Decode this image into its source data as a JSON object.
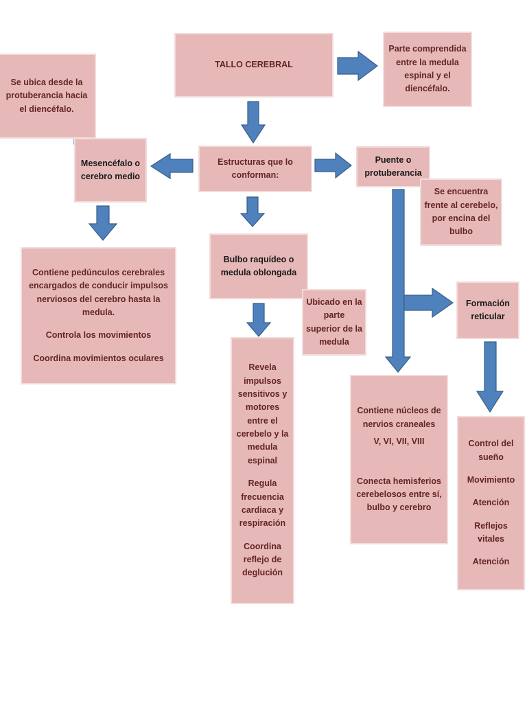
{
  "colors": {
    "box_fill": "#e6b9b8",
    "box_border": "#f2dcdb",
    "text": "#632523",
    "arrow": "#4f81bd",
    "arrow_edge": "#385d8a"
  },
  "root": {
    "title": "TALLO CEREBRAL"
  },
  "definition": {
    "text": "Parte comprendida entre la medula espinal y el diencéfalo."
  },
  "structures": {
    "label": "Estructuras que lo conforman:"
  },
  "mesencefalo": {
    "name": "Mesencéfalo o cerebro medio",
    "location": "Se ubica desde la protuberancia hacia el diencéfalo.",
    "functions": [
      "Contiene pedúnculos cerebrales encargados de conducir impulsos nerviosos del cerebro hasta la medula.",
      "Controla los movimientos",
      "Coordina movimientos oculares"
    ]
  },
  "bulbo": {
    "name": "Bulbo raquídeo o medula oblongada",
    "location": "Ubicado en la parte superior de la medula",
    "functions": [
      "Revela impulsos sensitivos y motores entre el cerebelo y la medula espinal",
      "Regula frecuencia cardiaca y respiración",
      "Coordina reflejo de deglución"
    ]
  },
  "puente": {
    "name": "Puente o protuberancia",
    "location": "Se encuentra frente al cerebelo, por encina del bulbo",
    "functions": [
      "Contiene núcleos de nervios craneales",
      "V, VI, VII, VIII",
      "Conecta hemisferios cerebelosos entre sí, bulbo y cerebro"
    ]
  },
  "formacion": {
    "name": "Formación reticular",
    "functions": [
      "Control del sueño",
      "Movimiento",
      "Atención",
      "Reflejos vitales",
      "Atención"
    ]
  }
}
